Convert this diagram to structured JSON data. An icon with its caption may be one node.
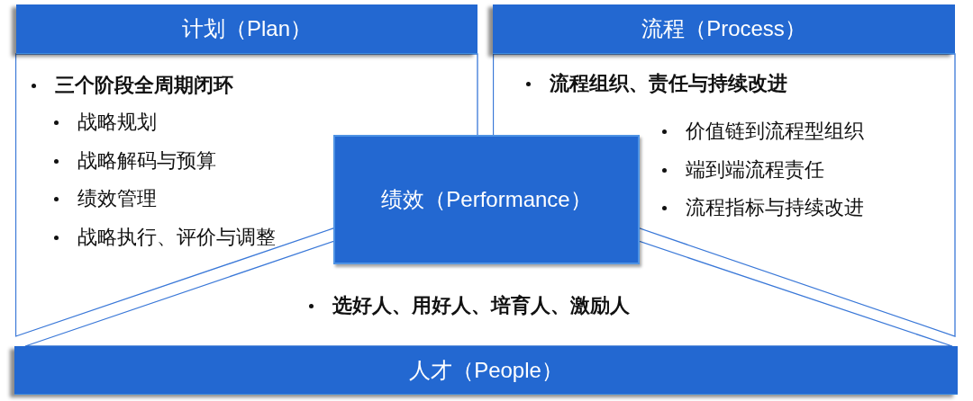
{
  "diagram": {
    "nodes": [
      {
        "text": [
          "计划（Plan）",
          "三个阶段全周期闭环",
          "战略规划",
          "战略解码与预算",
          "绩效管理",
          "战略执行、评价与调整"
        ]
      },
      {
        "text": [
          "流程（Process）",
          "流程组织、责任与持续改进",
          "价值链到流程型组织",
          "端到端流程责任",
          "流程指标与持续改进"
        ]
      },
      {
        "text": [
          "绩效（Performance）"
        ]
      },
      {
        "text": [
          "选好人、用好人、培育人、激励人",
          "人才（People）"
        ]
      }
    ]
  }
}
